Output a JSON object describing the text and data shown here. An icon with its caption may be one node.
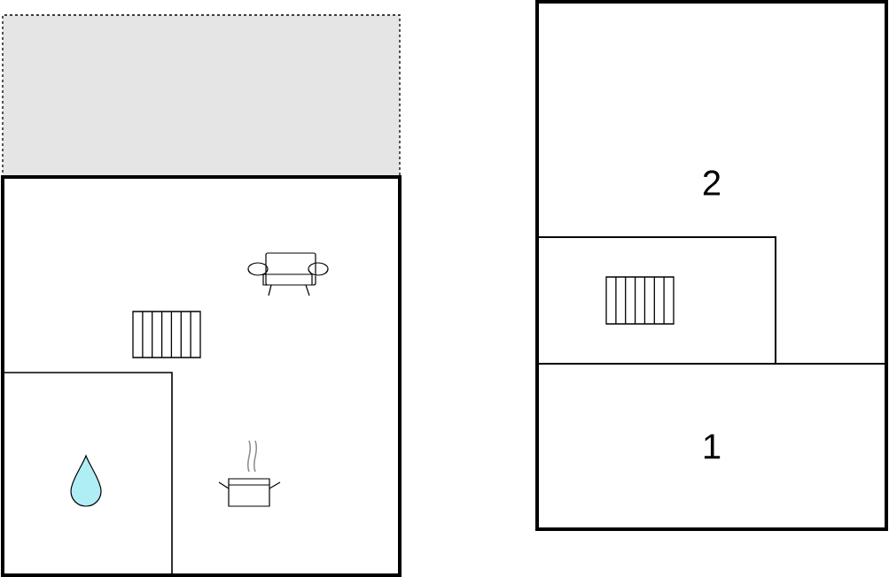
{
  "diagram": {
    "nodes": [
      {
        "text": [],
        "shape": "box"
      },
      {
        "text": [],
        "shape": "box"
      },
      {
        "text": [],
        "shape": "box",
        "in": 1
      },
      {
        "text": [
          "2"
        ]
      },
      {
        "text": [],
        "shape": "box"
      },
      {
        "text": [
          "1"
        ]
      }
    ]
  }
}
